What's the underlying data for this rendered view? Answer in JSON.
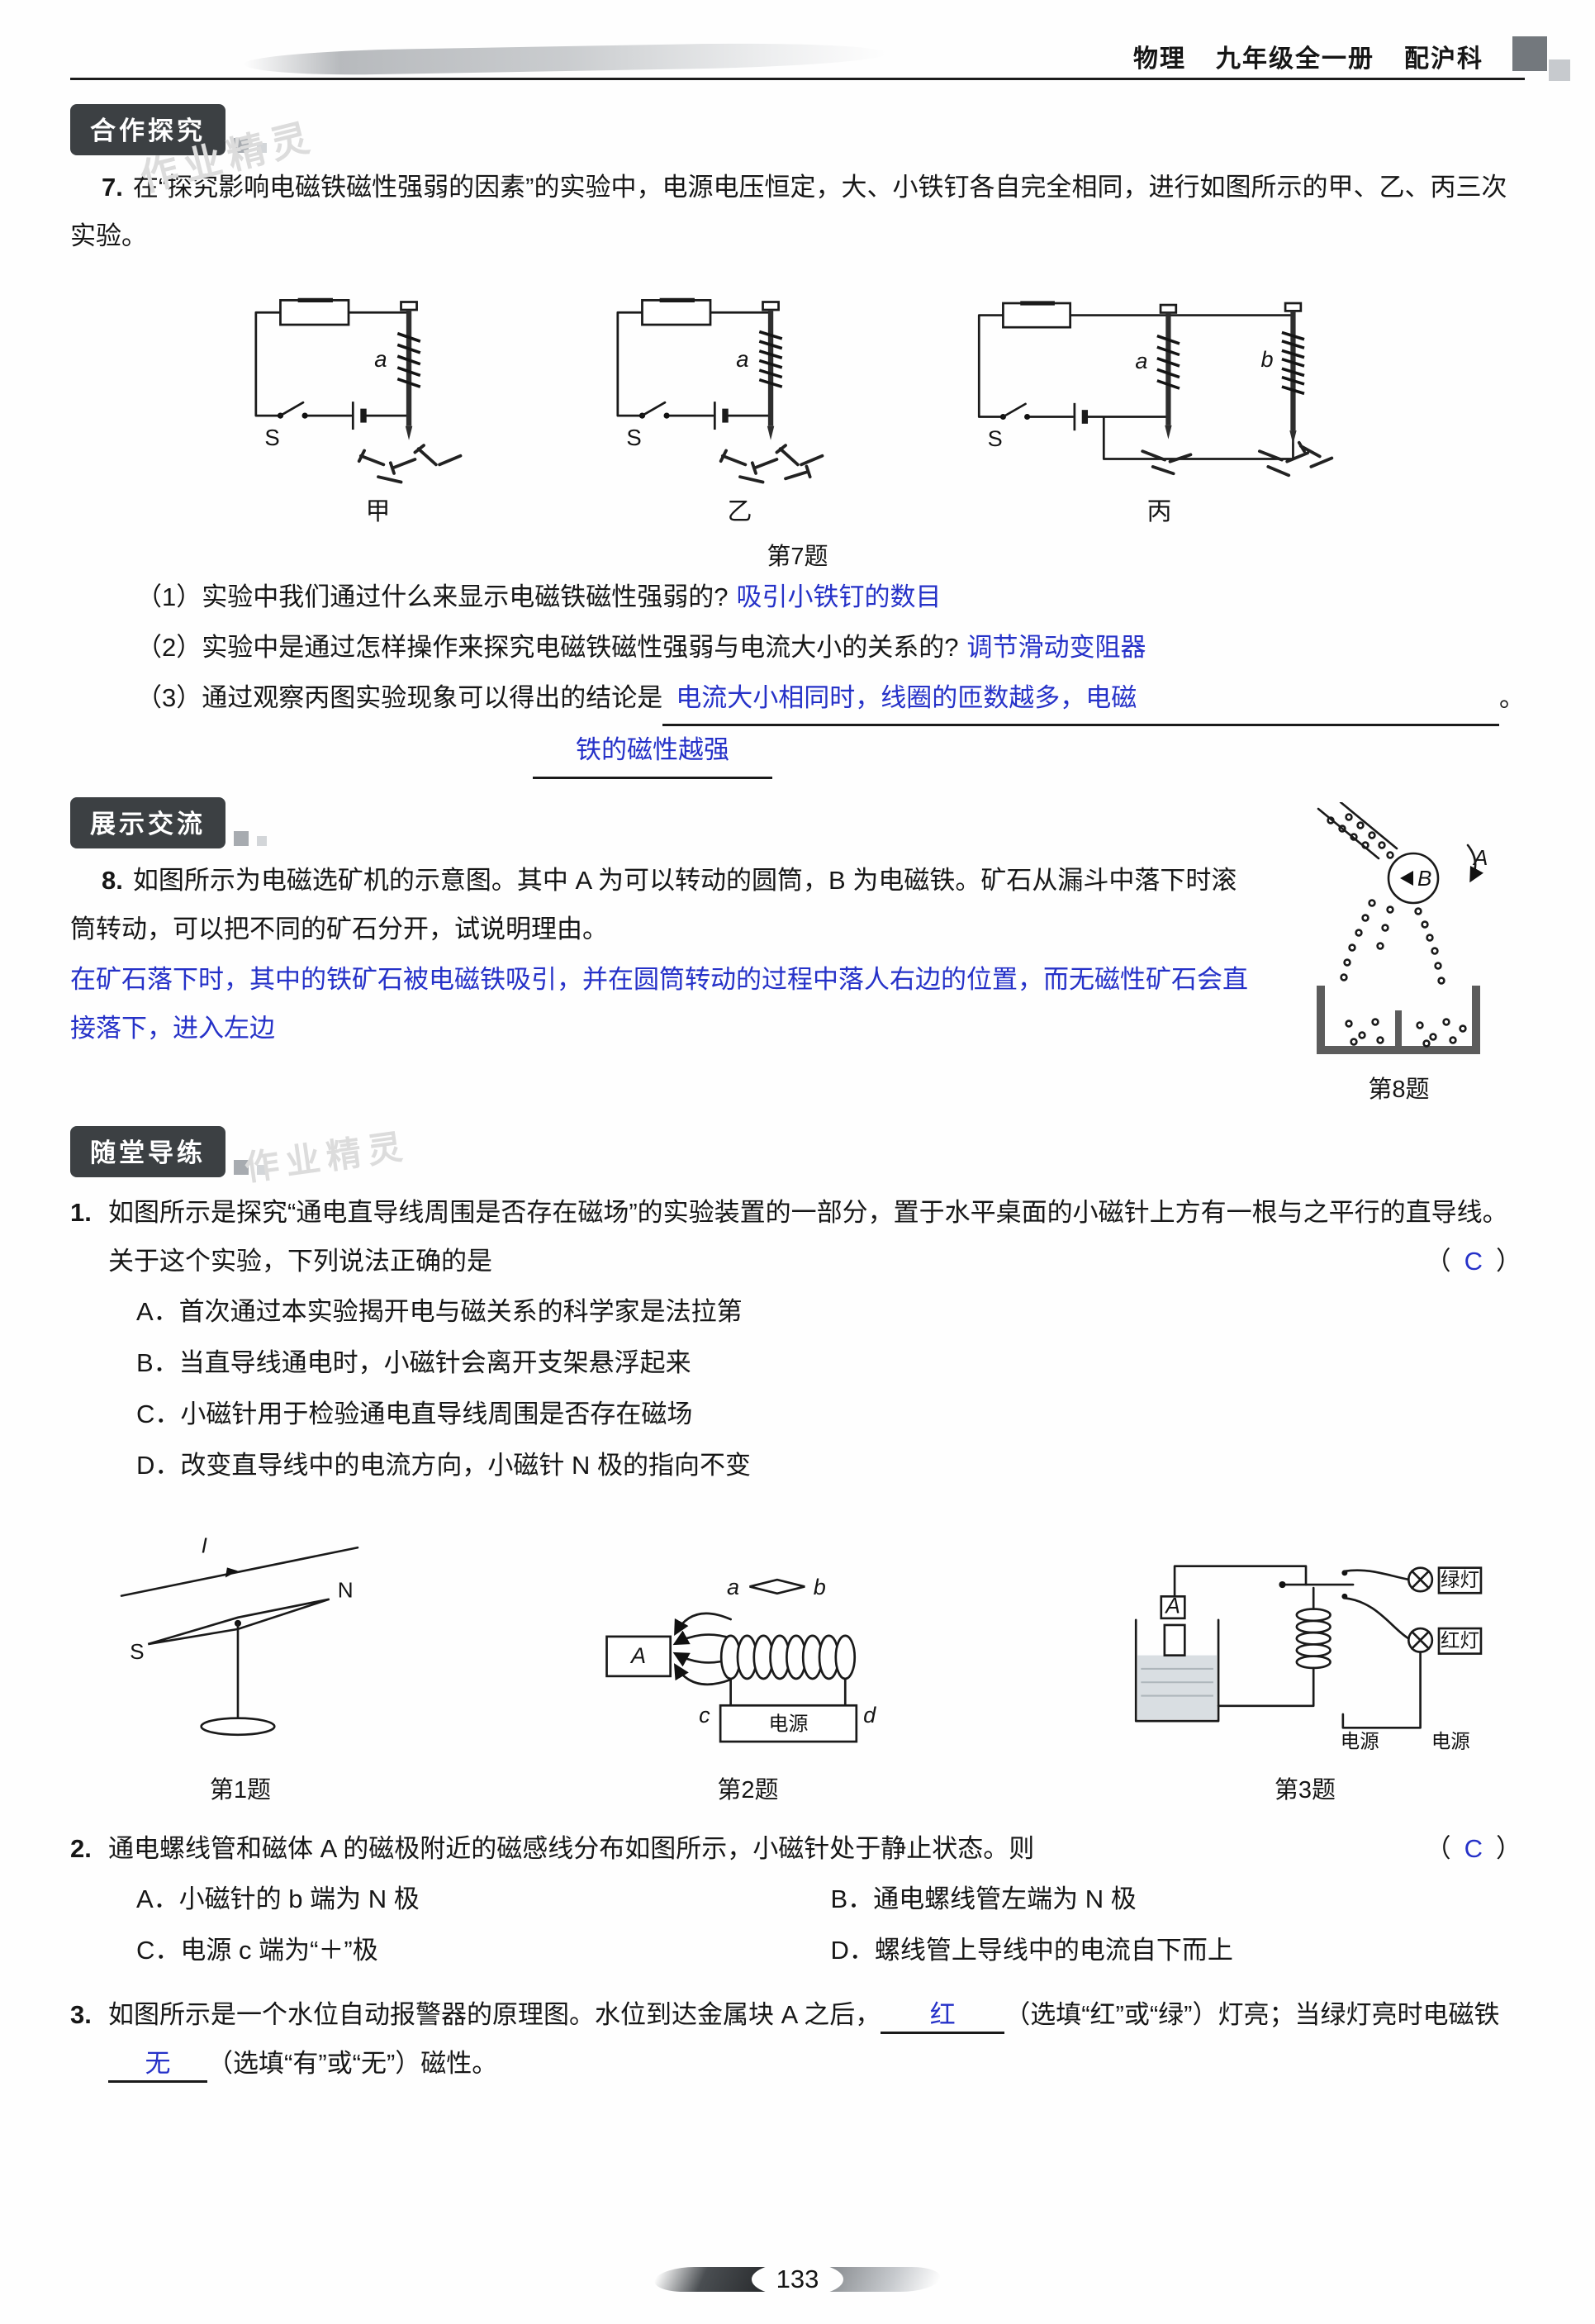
{
  "header": {
    "subject": "物理",
    "grade": "九年级全一册",
    "edition": "配沪科"
  },
  "watermark": "作业精灵",
  "footer": {
    "page_number": "133"
  },
  "badges": {
    "hezuo": "合作探究",
    "zhanshi": "展示交流",
    "suitang": "随堂导练"
  },
  "q7": {
    "num": "7.",
    "stem": "在“探究影响电磁铁磁性强弱的因素”的实验中，电源电压恒定，大、小铁钉各自完全相同，进行如图所示的甲、乙、丙三次实验。",
    "fig": {
      "jia": "甲",
      "yi": "乙",
      "bing": "丙",
      "s": "S",
      "a": "a",
      "b": "b",
      "caption": "第7题"
    },
    "sub1_q": "（1）实验中我们通过什么来显示电磁铁磁性强弱的?",
    "sub1_a": "吸引小铁钉的数目",
    "sub2_q": "（2）实验中是通过怎样操作来探究电磁铁磁性强弱与电流大小的关系的?",
    "sub2_a": "调节滑动变阻器",
    "sub3_q": "（3）通过观察丙图实验现象可以得出的结论是",
    "sub3_a1": "电流大小相同时，线圈的匝数越多，电磁",
    "sub3_period": "。",
    "sub3_a2": "铁的磁性越强"
  },
  "q8": {
    "num": "8.",
    "stem": "如图所示为电磁选矿机的示意图。其中 A 为可以转动的圆筒，B 为电磁铁。矿石从漏斗中落下时滚筒转动，可以把不同的矿石分开，试说明理由。",
    "answer": "在矿石落下时，其中的铁矿石被电磁铁吸引，并在圆筒转动的过程中落人右边的位置，而无磁性矿石会直接落下，进入左边",
    "fig": {
      "a": "A",
      "b": "B",
      "caption": "第8题"
    }
  },
  "p1": {
    "num": "1.",
    "stem": "如图所示是探究“通电直导线周围是否存在磁场”的实验装置的一部分，置于水平桌面的小磁针上方有一根与之平行的直导线。关于这个实验，下列说法正确的是",
    "bracket_open": "（",
    "answer": "C",
    "bracket_close": "）",
    "options": [
      "A．首次通过本实验揭开电与磁关系的科学家是法拉第",
      "B．当直导线通电时，小磁针会离开支架悬浮起来",
      "C．小磁针用于检验通电直导线周围是否存在磁场",
      "D．改变直导线中的电流方向，小磁针 N 极的指向不变"
    ]
  },
  "figs": {
    "f1": {
      "caption": "第1题",
      "i": "I",
      "s": "S",
      "n": "N"
    },
    "f2": {
      "caption": "第2题",
      "a": "A",
      "la": "a",
      "lb": "b",
      "lc": "c",
      "ld": "d",
      "power": "电源"
    },
    "f3": {
      "caption": "第3题",
      "a": "A",
      "power1": "电源",
      "power2": "电源",
      "green": "绿灯",
      "red": "红灯"
    }
  },
  "p2": {
    "num": "2.",
    "stem": "通电螺线管和磁体 A 的磁极附近的磁感线分布如图所示，小磁针处于静止状态。则",
    "bracket_open": "（",
    "answer": "C",
    "bracket_close": "）",
    "opt_a": "A．小磁针的 b 端为 N 极",
    "opt_b": "B．通电螺线管左端为 N 极",
    "opt_c": "C．电源 c 端为“＋”极",
    "opt_d": "D．螺线管上导线中的电流自下而上"
  },
  "p3": {
    "num": "3.",
    "part1": "如图所示是一个水位自动报警器的原理图。水位到达金属块 A 之后，",
    "blank1": "红",
    "part2": "（选填“红”或“绿”）灯亮；当绿灯亮时电磁铁",
    "blank2": "无",
    "part3": "（选填“有”或“无”）磁性。"
  }
}
